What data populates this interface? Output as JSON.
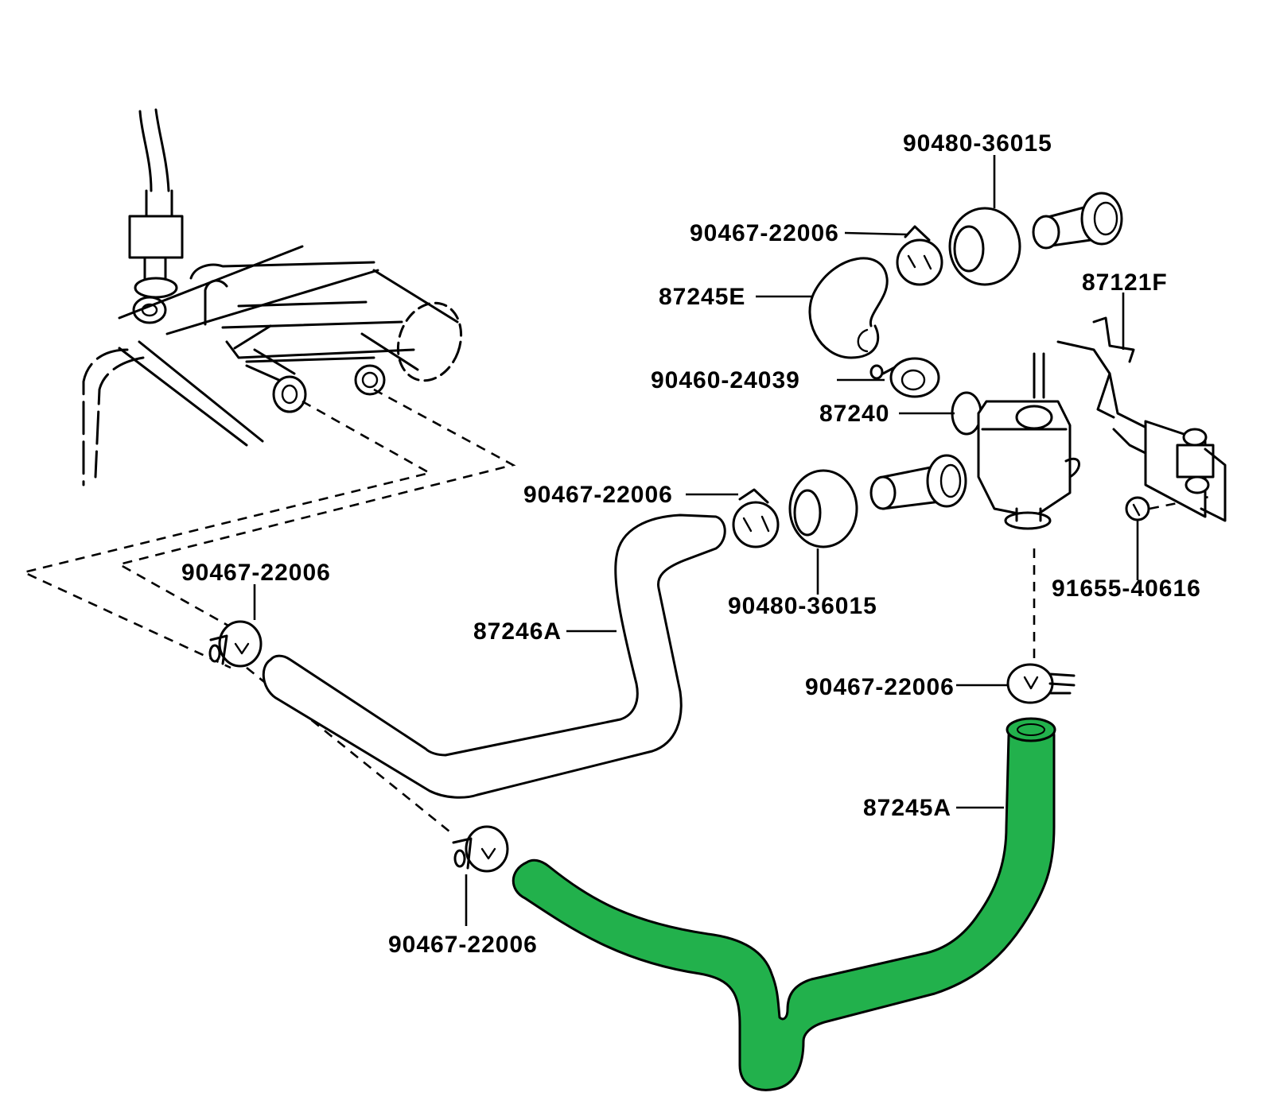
{
  "diagram": {
    "highlight_color": "#22b14c",
    "line_color": "#000000",
    "background": "#ffffff",
    "highlighted_part": "87245A",
    "labels": {
      "l1": "90480-36015",
      "l2": "90467-22006",
      "l3": "87245E",
      "l4": "87121F",
      "l5": "90460-24039",
      "l6": "87240",
      "l7": "90467-22006",
      "l8": "90467-22006",
      "l9": "91655-40616",
      "l10": "87246A",
      "l11": "90480-36015",
      "l12": "90467-22006",
      "l13": "87245A",
      "l14": "90467-22006"
    }
  }
}
